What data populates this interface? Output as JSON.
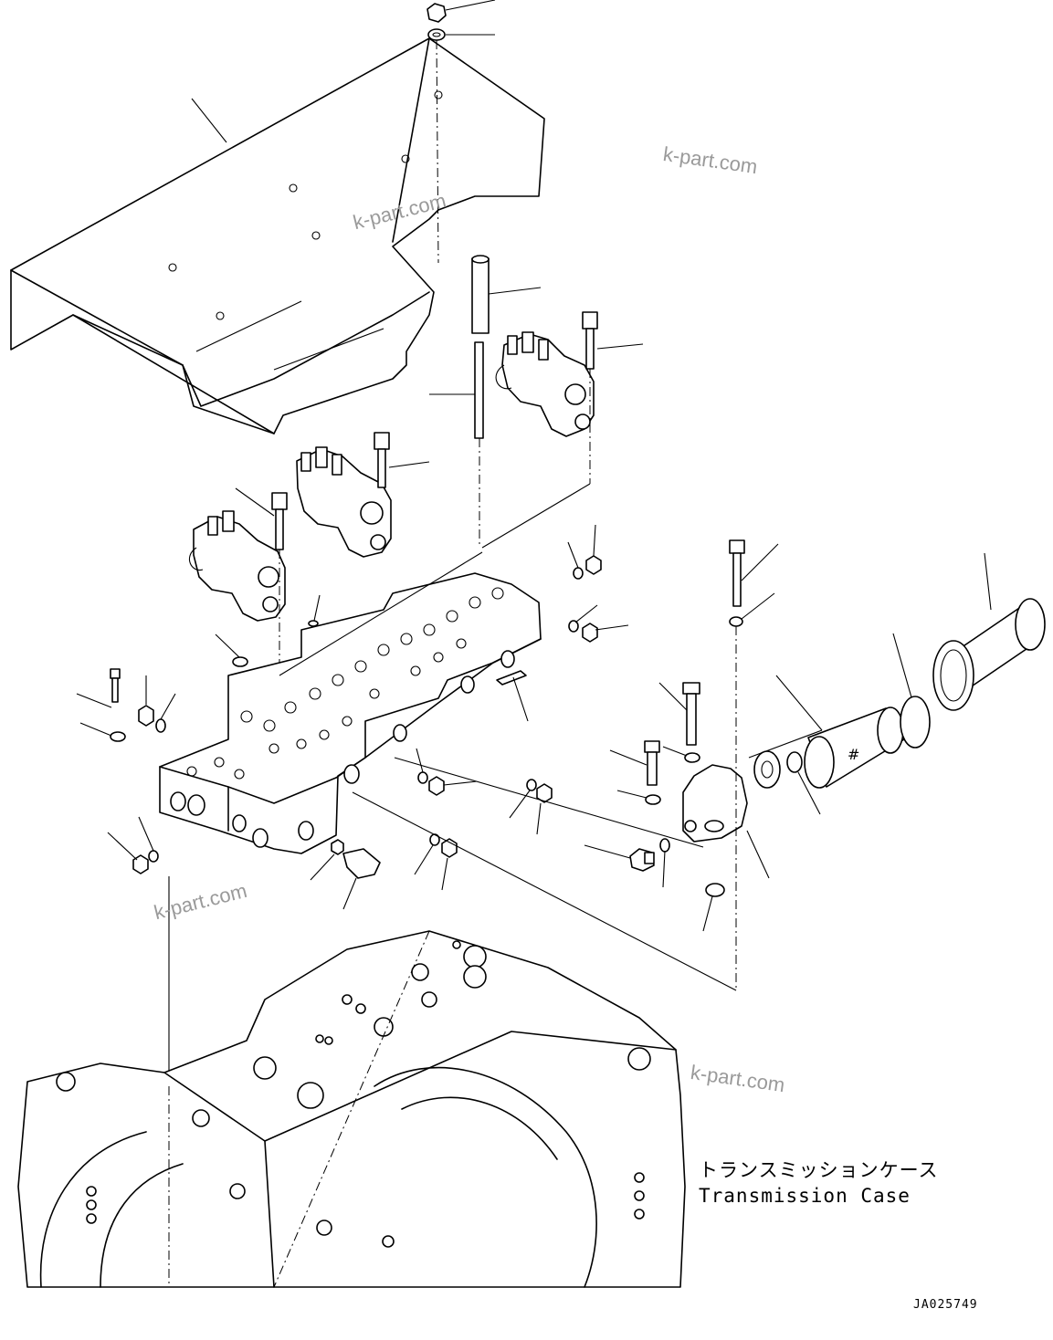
{
  "caption": {
    "japanese": "トランスミッションケース",
    "english": "Transmission Case"
  },
  "figure_number": "JA025749",
  "watermarks": [
    "k-part.com",
    "k-part.com",
    "k-part.com",
    "k-part.com"
  ]
}
